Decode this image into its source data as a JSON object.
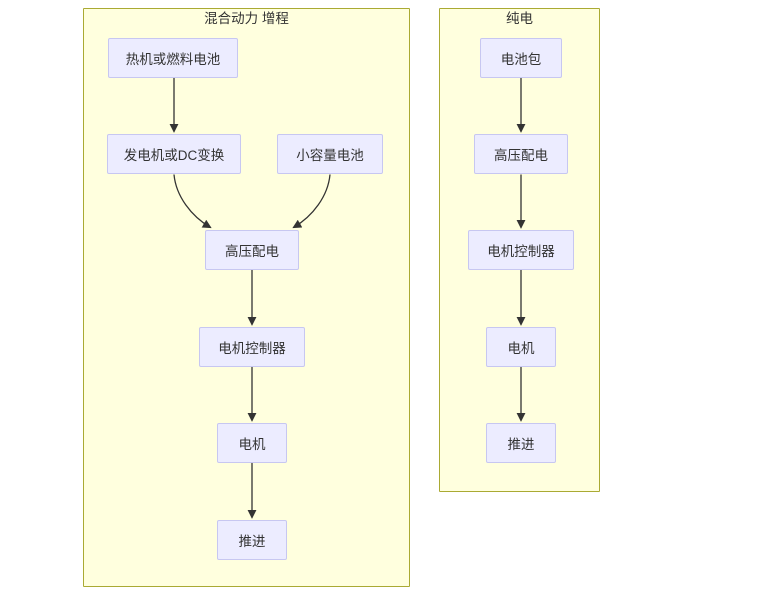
{
  "diagram": {
    "type": "flowchart",
    "direction": "top-to-bottom",
    "clusters": [
      {
        "title": "混合动力 增程",
        "nodes": [
          {
            "label": "热机或燃料电池"
          },
          {
            "label": "发电机或DC变换"
          },
          {
            "label": "小容量电池"
          },
          {
            "label": "高压配电"
          },
          {
            "label": "电机控制器"
          },
          {
            "label": "电机"
          },
          {
            "label": "推进"
          }
        ],
        "edges": [
          {
            "from": "热机或燃料电池",
            "to": "发电机或DC变换"
          },
          {
            "from": "发电机或DC变换",
            "to": "高压配电"
          },
          {
            "from": "小容量电池",
            "to": "高压配电"
          },
          {
            "from": "高压配电",
            "to": "电机控制器"
          },
          {
            "from": "电机控制器",
            "to": "电机"
          },
          {
            "from": "电机",
            "to": "推进"
          }
        ]
      },
      {
        "title": "纯电",
        "nodes": [
          {
            "label": "电池包"
          },
          {
            "label": "高压配电"
          },
          {
            "label": "电机控制器"
          },
          {
            "label": "电机"
          },
          {
            "label": "推进"
          }
        ],
        "edges": [
          {
            "from": "电池包",
            "to": "高压配电"
          },
          {
            "from": "高压配电",
            "to": "电机控制器"
          },
          {
            "from": "电机控制器",
            "to": "电机"
          },
          {
            "from": "电机",
            "to": "推进"
          }
        ]
      }
    ]
  },
  "theme": {
    "background": "#ffffff",
    "cluster_fill": "#ffffde",
    "cluster_border": "#aaaa33",
    "node_fill": "#ececff",
    "node_border": "#c7c7f1",
    "line_color": "#333333",
    "text_color": "#333333"
  }
}
